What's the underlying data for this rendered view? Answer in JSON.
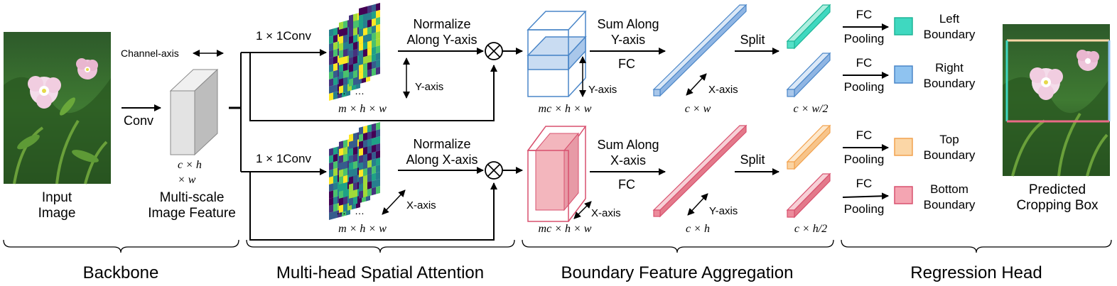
{
  "backbone": {
    "input_label": [
      "Input",
      "Image"
    ],
    "conv_label": "Conv",
    "channel_axis_label": "Channel-axis",
    "feature_dims": [
      "c × h",
      "× w"
    ],
    "feature_label": [
      "Multi-scale",
      "Image Feature"
    ]
  },
  "attention": {
    "top_conv": "1 × 1Conv",
    "bottom_conv": "1 × 1Conv",
    "top_normalize": [
      "Normalize",
      "Along Y-axis"
    ],
    "bottom_normalize": [
      "Normalize",
      "Along X-axis"
    ],
    "top_axis": "Y-axis",
    "bottom_axis": "X-axis",
    "top_dims": "m × h × w",
    "bottom_dims": "m × h × w",
    "ellipsis": "…"
  },
  "aggregation": {
    "top_sum": [
      "Sum Along",
      "Y-axis"
    ],
    "bottom_sum": [
      "Sum Along",
      "X-axis"
    ],
    "fc": "FC",
    "top_vol_dims": "mc × h × w",
    "bottom_vol_dims": "mc × h × w",
    "top_vol_axis": "Y-axis",
    "bottom_vol_axis": "X-axis",
    "top_bar_axis": "X-axis",
    "bottom_bar_axis": "Y-axis",
    "top_bar_dims": "c × w",
    "bottom_bar_dims": "c × h",
    "split": "Split",
    "top_half_dims": "c × w/2",
    "bottom_half_dims": "c × h/2"
  },
  "regression": {
    "fc": "FC",
    "pooling": "Pooling",
    "boundaries": [
      {
        "label": [
          "Left",
          "Boundary"
        ],
        "color": "#3fd8c0"
      },
      {
        "label": [
          "Right",
          "Boundary"
        ],
        "color": "#8fc3f0"
      },
      {
        "label": [
          "Top",
          "Boundary"
        ],
        "color": "#fbd6a6"
      },
      {
        "label": [
          "Bottom",
          "Boundary"
        ],
        "color": "#f4a5b2"
      }
    ],
    "output_label": [
      "Predicted",
      "Cropping Box"
    ]
  },
  "sections": [
    "Backbone",
    "Multi-head Spatial Attention",
    "Boundary Feature Aggregation",
    "Regression Head"
  ],
  "colors": {
    "blue_edge": "#4a86c8",
    "blue_fill": "#c9dcf2",
    "red_edge": "#d8506e",
    "red_fill": "#f3b6bd",
    "teal": "#1fc9a8",
    "orange": "#f2a24e"
  }
}
